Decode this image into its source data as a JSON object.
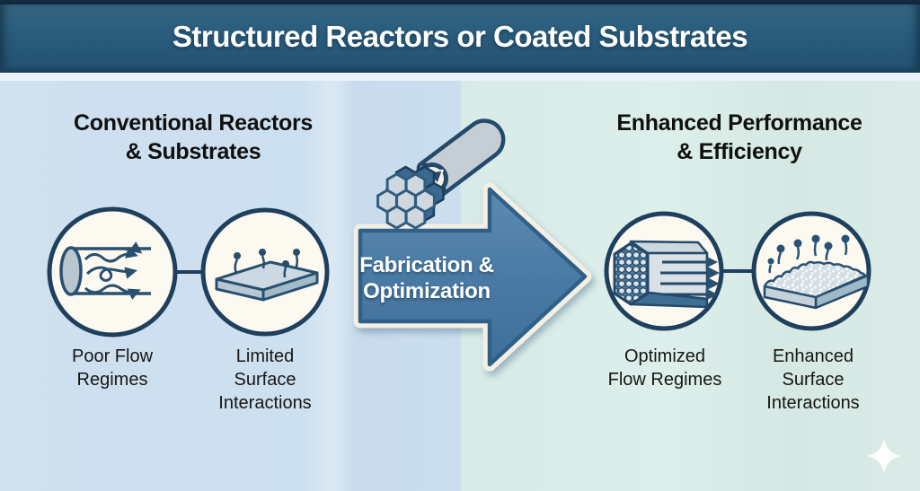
{
  "header": {
    "title": "Structured Reactors or Coated Substrates"
  },
  "left_panel": {
    "heading": "Conventional Reactors\n& Substrates",
    "items": [
      {
        "icon": "turbulent-pipe-icon",
        "label": "Poor Flow\nRegimes"
      },
      {
        "icon": "flat-substrate-icon",
        "label": "Limited\nSurface\nInteractions"
      }
    ]
  },
  "process": {
    "icon": "monolith-into-tube-icon",
    "label": "Fabrication &\nOptimization"
  },
  "right_panel": {
    "heading": "Enhanced Performance\n& Efficiency",
    "items": [
      {
        "icon": "monolith-flow-icon",
        "label": "Optimized\nFlow Regimes"
      },
      {
        "icon": "coated-substrate-icon",
        "label": "Enhanced\nSurface\nInteractions"
      }
    ]
  },
  "decorations": {
    "sparkle": "four-point-sparkle"
  },
  "colors": {
    "top_edge": "#15293e",
    "banner": "#2a5c7d",
    "banner_underline": "#1d4158",
    "left_background": "#cfe0ee",
    "right_background": "#d8eae7",
    "circle_fill": "#fcf9f0",
    "circle_stroke": "#1e3f5d",
    "arrow_fill": "#4a7aa5",
    "arrow_border": "#2f6188",
    "outline_cream": "#f3efe4",
    "icon_navy": "#24496a",
    "heading_text": "#101010",
    "title_text": "#ffffff"
  }
}
